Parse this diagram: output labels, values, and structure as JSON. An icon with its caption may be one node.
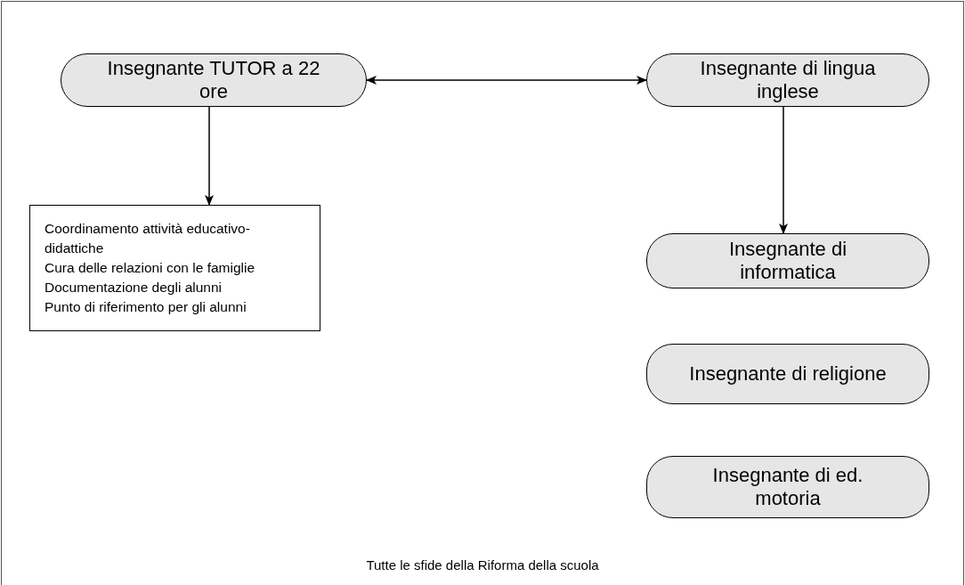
{
  "diagram": {
    "caption": "Tutte le sfide della Riforma della scuola",
    "nodes": [
      {
        "text": [
          "Insegnante TUTOR a 22 ore"
        ]
      },
      {
        "text": [
          "Insegnante di lingua inglese"
        ]
      },
      {
        "text": [
          "Coordinamento attività educativo-didattiche",
          "Cura delle relazioni con le famiglie",
          "Documentazione degli alunni",
          "Punto di riferimento per gli alunni"
        ]
      },
      {
        "text": [
          "Insegnante di informatica"
        ]
      },
      {
        "text": [
          "Insegnante di religione"
        ]
      },
      {
        "text": [
          "Insegnante di ed. motoria"
        ]
      }
    ],
    "edges": [
      {
        "from": 0,
        "to": 1,
        "arrow": "both"
      },
      {
        "from": 0,
        "to": 2,
        "arrow": "to"
      },
      {
        "from": 1,
        "to": 3,
        "arrow": "to"
      }
    ]
  }
}
